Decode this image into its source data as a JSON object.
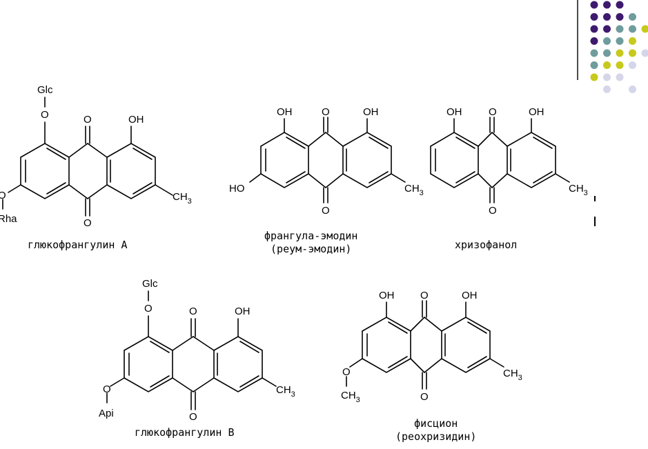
{
  "decor": {
    "dot_colors": {
      "purple": "#3d1a6e",
      "teal": "#6f9c9c",
      "yellow": "#c7c91c",
      "lavender": "#d6d6ea"
    },
    "line_color": "#4a4a4a"
  },
  "molecules": {
    "glucofrangulin_a": {
      "caption": "глюкофрангулин А",
      "glc": "Glc",
      "o_glc": "O",
      "o_top": "O",
      "oh": "OH",
      "ch3": "CH",
      "ch3_sub": "3",
      "o_rha": "O",
      "rha": "Rha",
      "o_bottom": "O"
    },
    "frangula_emodin": {
      "caption_line1": "франгула-эмодин",
      "caption_line2": "(реум-эмодин)",
      "oh_left": "OH",
      "o_top": "O",
      "oh_right": "OH",
      "ho": "HO",
      "ch3": "CH",
      "ch3_sub": "3",
      "o_bottom": "O"
    },
    "chrysophanol": {
      "caption": "хризофанол",
      "oh_left": "OH",
      "o_top": "O",
      "oh_right": "OH",
      "ch3": "CH",
      "ch3_sub": "3",
      "o_bottom": "O"
    },
    "glucofrangulin_b": {
      "caption": "глюкофрангулин В",
      "glc": "Glc",
      "o_glc": "O",
      "o_top": "O",
      "oh": "OH",
      "ch3": "CH",
      "ch3_sub": "3",
      "o_api": "O",
      "api": "Api",
      "o_bottom": "O"
    },
    "physcion": {
      "caption_line1": "фисцион",
      "caption_line2": "(реохризидин)",
      "oh_left": "OH",
      "o_top": "O",
      "oh_right": "OH",
      "ch3": "CH",
      "ch3_sub": "3",
      "o_methoxy": "O",
      "och3": "CH",
      "och3_sub": "3",
      "o_bottom": "O"
    }
  }
}
